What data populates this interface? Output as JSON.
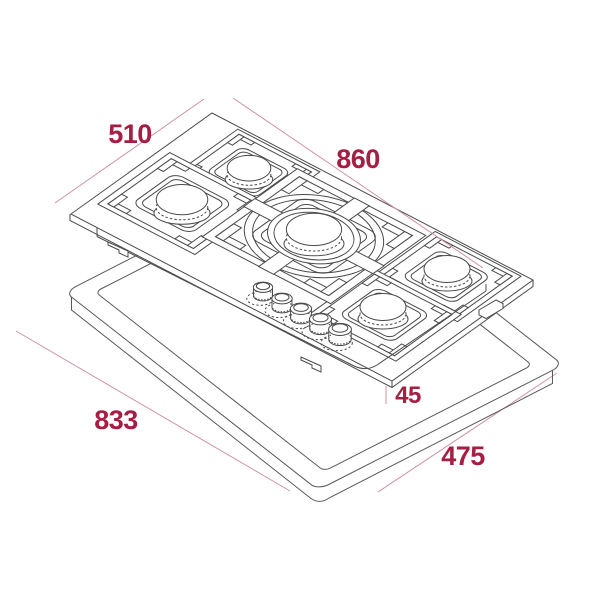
{
  "diagram": {
    "dimensions": {
      "hob_depth": "510",
      "hob_width": "860",
      "cutout_length": "833",
      "cutout_depth": "475",
      "built_in_depth": "45"
    },
    "colors": {
      "label_text": "#a61e43",
      "dimension_line": "#cf93a2",
      "line_art": "#4a4a4a",
      "cutout_line": "#595959",
      "background": "#ffffff"
    }
  }
}
